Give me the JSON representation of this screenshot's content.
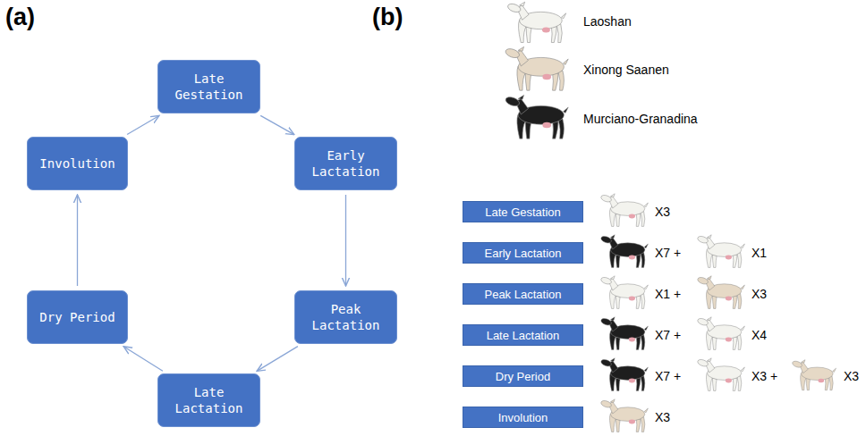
{
  "diagram": {
    "nodes": [
      {
        "text": [
          "Late Gestation"
        ]
      },
      {
        "text": [
          "Early Lactation"
        ]
      },
      {
        "text": [
          "Peak Lactation"
        ]
      },
      {
        "text": [
          "Late Lactation"
        ]
      },
      {
        "text": [
          "Dry Period"
        ]
      },
      {
        "text": [
          "Involution"
        ]
      },
      {
        "text": [
          "Late Gestation"
        ]
      },
      {
        "text": [
          "Early Lactation"
        ]
      },
      {
        "text": [
          "Peak Lactation"
        ]
      },
      {
        "text": [
          "Late Lactation"
        ]
      },
      {
        "text": [
          "Dry Period"
        ]
      },
      {
        "text": [
          "Involution"
        ]
      }
    ],
    "edges": [
      {
        "from": 0,
        "to": 1,
        "arrow": "to"
      },
      {
        "from": 1,
        "to": 2,
        "arrow": "to"
      },
      {
        "from": 2,
        "to": 3,
        "arrow": "to"
      },
      {
        "from": 3,
        "to": 4,
        "arrow": "to"
      },
      {
        "from": 4,
        "to": 5,
        "arrow": "to"
      },
      {
        "from": 5,
        "to": 0,
        "arrow": "to"
      }
    ],
    "labels": [
      "(a)",
      "(b)",
      "X3",
      "X7 +",
      "X1",
      "X1 +",
      "X3",
      "X7 +",
      "X4",
      "X7 +",
      "X3 +",
      "X3",
      "X3"
    ],
    "legend": [
      {
        "text": "Laoshan"
      },
      {
        "text": "Xinong Saanen"
      },
      {
        "text": "Murciano-Granadina"
      }
    ]
  }
}
